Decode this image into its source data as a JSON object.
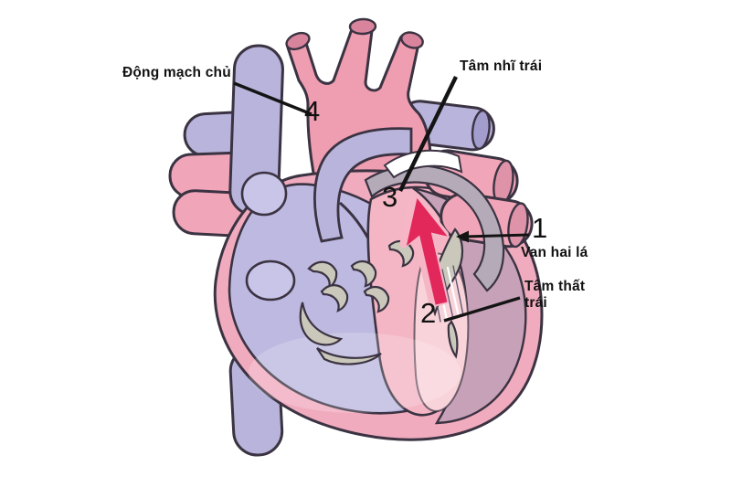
{
  "page": {
    "background": "#ffffff",
    "kind": "anatomy-diagram",
    "subject": "Human heart cross-section with blood flow arrow through the left heart (Vietnamese labels)"
  },
  "labels": {
    "aorta": {
      "text": "Động mạch chủ",
      "number": "4"
    },
    "left_atrium": {
      "text": "Tâm nhĩ trái",
      "number": "3"
    },
    "mitral_valve": {
      "text": "Van hai lá",
      "number": "1"
    },
    "left_ventricle": {
      "line1": "Tâm thất",
      "line2": "trái",
      "number": "2"
    }
  },
  "colors": {
    "page_bg": "#ffffff",
    "outline": "#3b3342",
    "vessel_pink": "#f0a6b8",
    "vessel_lavender": "#b8b4db",
    "heart_wall_pink": "#f0abbe",
    "right_chambers_lavender": "#bdb9e0",
    "left_chambers_pink": "#f4b6c5",
    "ventricle_wall_mauve": "#c7a1b7",
    "ventricle_cavity": "#f9d3da",
    "valve_gray": "#cac7bb",
    "atrium_band_gray": "#b4aab8",
    "flow_arrow_red": "#e2275a",
    "flow_arrow_halo": "#f6b6c6",
    "label_text": "#111111"
  }
}
